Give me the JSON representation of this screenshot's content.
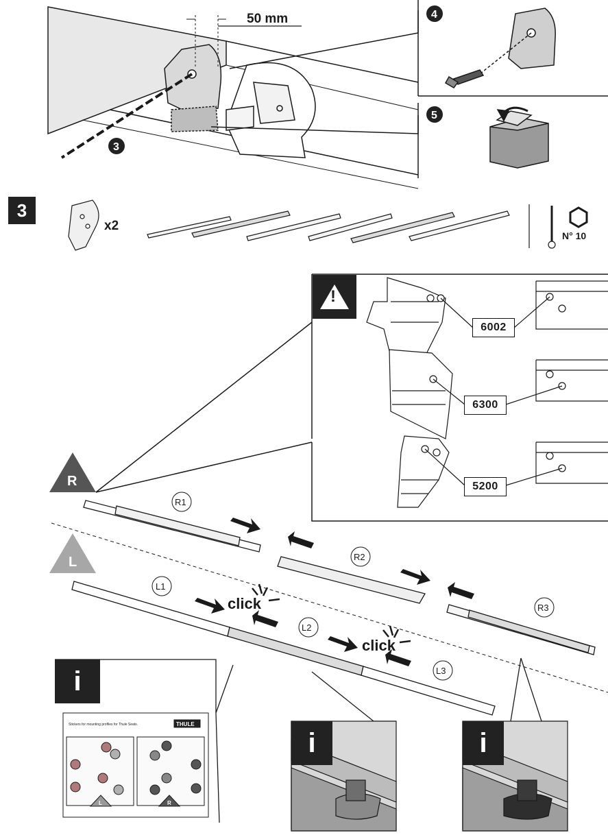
{
  "top": {
    "dimension_label": "50 mm",
    "callout_3": "3",
    "callout_4": "4",
    "callout_5": "5"
  },
  "step": {
    "number": "3",
    "parts_quantity": "x2",
    "tool_label": "N° 10"
  },
  "warning": {
    "icon": "!",
    "codes": [
      "6002",
      "6300",
      "5200"
    ]
  },
  "sides": {
    "right": "R",
    "left": "L"
  },
  "bar_labels": {
    "r1": "R1",
    "r2": "R2",
    "r3": "R3",
    "l1": "L1",
    "l2": "L2",
    "l3": "L3"
  },
  "click_text": "click",
  "info": {
    "icon": "i",
    "sticker_title": "Stickers for mounting profiles for Thule Seats.",
    "sticker_brand": "THULE",
    "sticker_left": "L",
    "sticker_right": "R"
  },
  "colors": {
    "dark": "#222222",
    "grey_panel": "#e6e6e6",
    "triangle_grey": "#a7a7a7",
    "line": "#1a1a1a"
  }
}
